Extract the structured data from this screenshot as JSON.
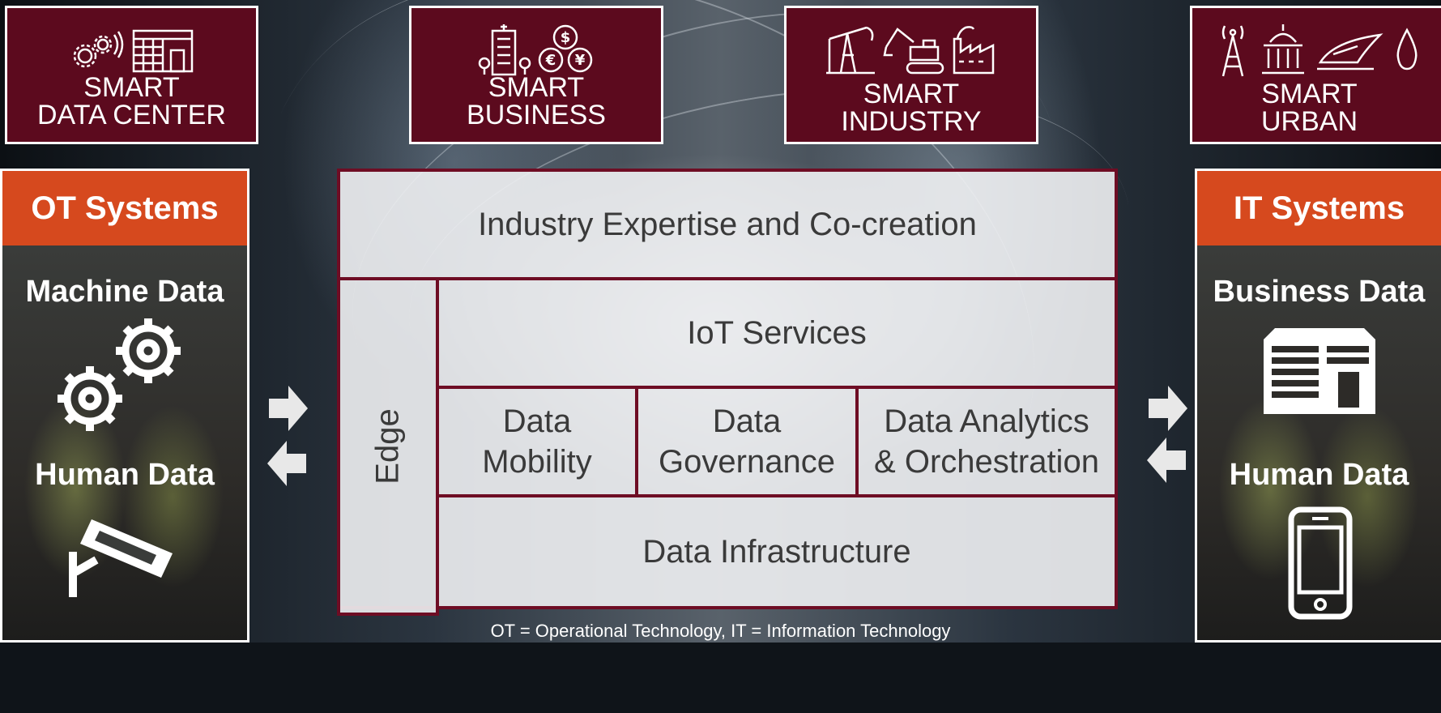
{
  "tiles": [
    {
      "line1": "SMART",
      "line2": "DATA CENTER"
    },
    {
      "line1": "SMART",
      "line2": "BUSINESS"
    },
    {
      "line1": "SMART",
      "line2": "INDUSTRY"
    },
    {
      "line1": "SMART",
      "line2": "URBAN"
    }
  ],
  "left_panel": {
    "header": "OT Systems",
    "title1": "Machine Data",
    "title2": "Human Data"
  },
  "right_panel": {
    "header": "IT Systems",
    "title1": "Business Data",
    "title2": "Human Data"
  },
  "stack": {
    "top": "Industry Expertise and Co-creation",
    "edge": "Edge",
    "iot": "IoT Services",
    "data_mobility_1": "Data",
    "data_mobility_2": "Mobility",
    "data_governance_1": "Data",
    "data_governance_2": "Governance",
    "data_analytics_1": "Data Analytics",
    "data_analytics_2": "& Orchestration",
    "infrastructure": "Data Infrastructure"
  },
  "footnote": "OT = Operational Technology,  IT = Information Technology",
  "colors": {
    "tile": "#5c0a1e",
    "header": "#d6491e",
    "border": "#6e0d24"
  }
}
